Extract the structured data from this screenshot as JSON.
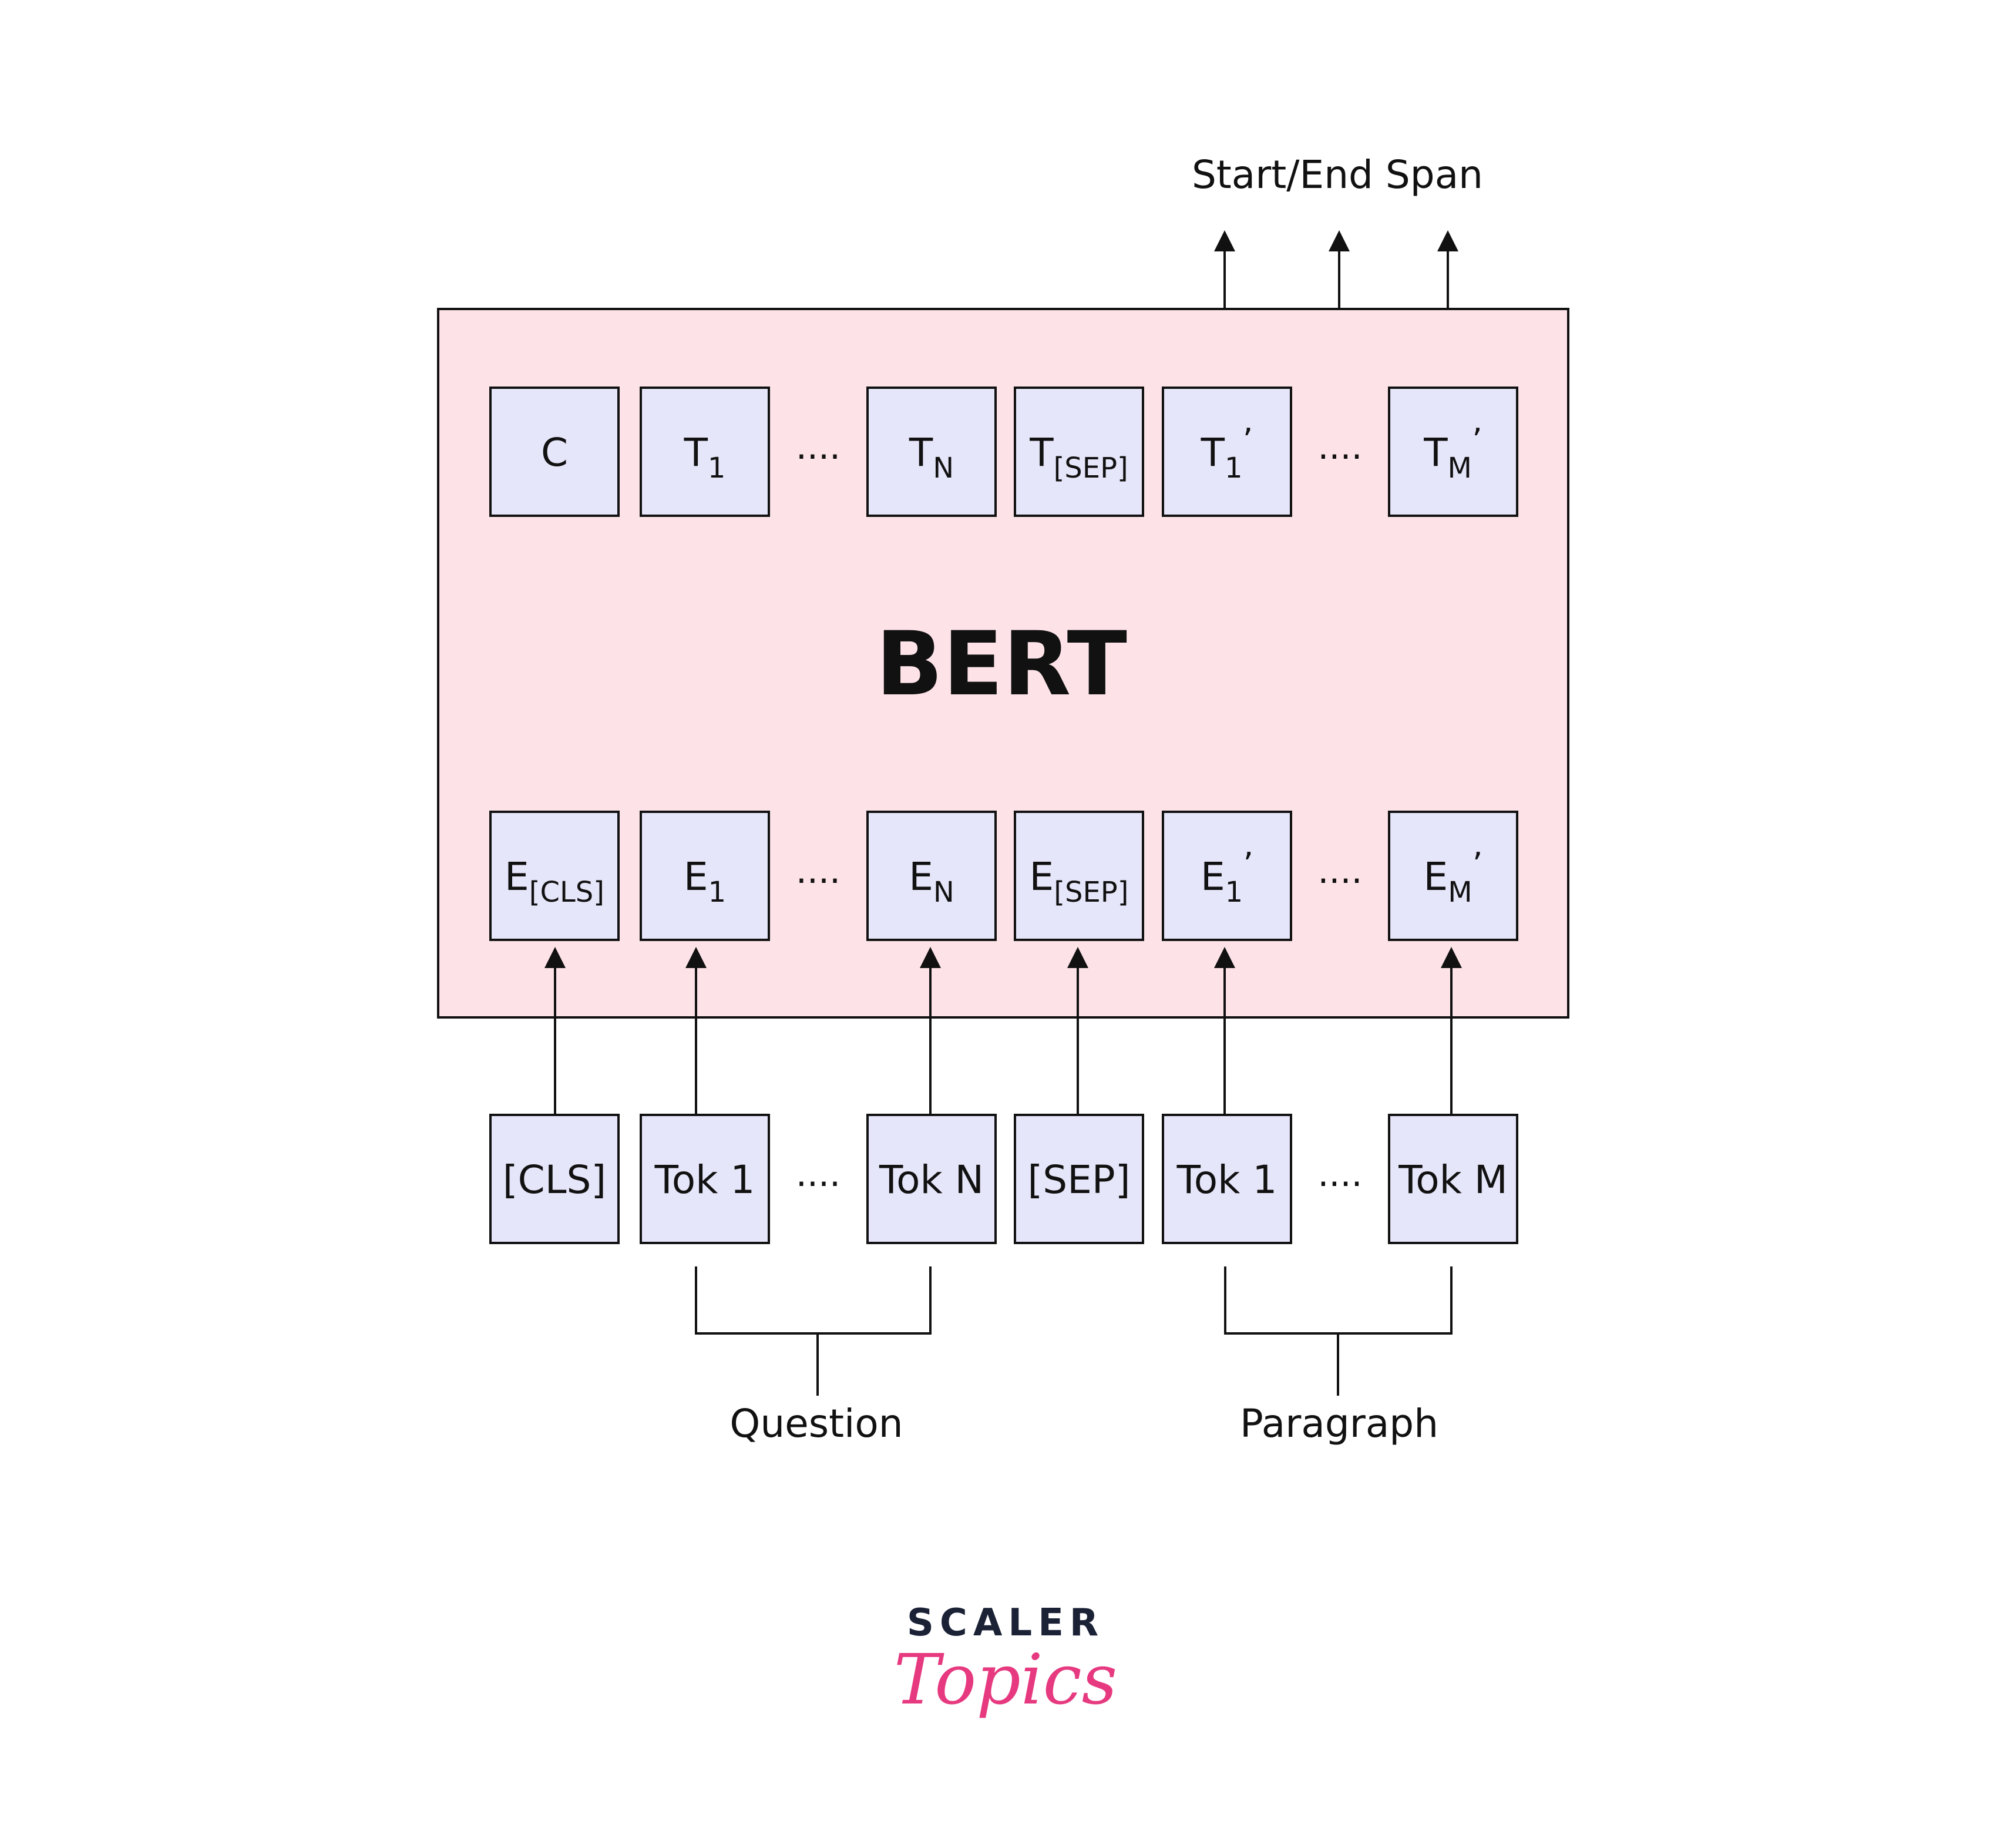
{
  "colors": {
    "panel_fill": "#fde3e8",
    "box_fill": "#e6e6fa",
    "stroke": "#111111",
    "brand_dark": "#1b2236",
    "brand_pink": "#e6397f"
  },
  "output_label": "Start/End Span",
  "model_label": "BERT",
  "ellipsis": "....",
  "output_row": [
    {
      "main": "C",
      "sub": "",
      "prime": ""
    },
    {
      "main": "T",
      "sub": "1",
      "prime": ""
    },
    {
      "main": "T",
      "sub": "N",
      "prime": ""
    },
    {
      "main": "T",
      "sub": "[SEP]",
      "prime": ""
    },
    {
      "main": "T",
      "sub": "1",
      "prime": "’"
    },
    {
      "main": "T",
      "sub": "M",
      "prime": "’"
    }
  ],
  "embedding_row": [
    {
      "main": "E",
      "sub": "[CLS]",
      "prime": ""
    },
    {
      "main": "E",
      "sub": "1",
      "prime": ""
    },
    {
      "main": "E",
      "sub": "N",
      "prime": ""
    },
    {
      "main": "E",
      "sub": "[SEP]",
      "prime": ""
    },
    {
      "main": "E",
      "sub": "1",
      "prime": "’"
    },
    {
      "main": "E",
      "sub": "M",
      "prime": "’"
    }
  ],
  "token_row": [
    "[CLS]",
    "Tok 1",
    "Tok N",
    "[SEP]",
    "Tok 1",
    "Tok M"
  ],
  "groups": {
    "question": "Question",
    "paragraph": "Paragraph"
  },
  "logo": {
    "top": "SCALER",
    "bottom": "Topics"
  }
}
